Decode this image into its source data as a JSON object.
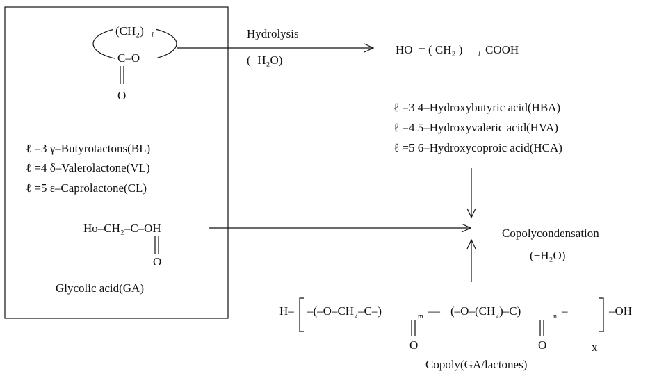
{
  "colors": {
    "ink": "#111111",
    "background": "#ffffff"
  },
  "lactones": {
    "ring_top": "(CH₂)",
    "ring_top_sub": "l",
    "ring_c_o": "C–O",
    "ring_carbonyl_o": "O",
    "items": [
      "ℓ =3 γ–Butyrotactons(BL)",
      "ℓ =4 δ–Valerolactone(VL)",
      "ℓ =5 ε–Caprolactone(CL)"
    ]
  },
  "hydrolysis": {
    "label": "Hydrolysis",
    "condition": "(+H₂O)"
  },
  "hydroxy_acid": {
    "formula_left": "HO",
    "formula_mid": "( CH₂ )",
    "formula_sub": "l",
    "formula_right": "COOH",
    "items": [
      "ℓ =3 4–Hydroxybutyric acid(HBA)",
      "ℓ =4 5–Hydroxyvaleric acid(HVA)",
      "ℓ =5 6–Hydroxycoproic acid(HCA)"
    ]
  },
  "glycolic_acid": {
    "formula": "Ho–CH₂–C–OH",
    "carbonyl_o": "O",
    "label": "Glycolic acid(GA)"
  },
  "copolycondensation": {
    "label": "Copolycondensation",
    "condition": "(−H₂O)"
  },
  "copolymer": {
    "h_end": "H–",
    "unit1": "–(–O–CH₂–C–)",
    "m": "m",
    "dash": "––",
    "unit2": "(–O–(CH₂)–C)",
    "n": "n",
    "tail": "–",
    "oh_end": "–OH",
    "o1": "O",
    "o2": "O",
    "x": "x",
    "label": "Copoly(GA/lactones)"
  }
}
